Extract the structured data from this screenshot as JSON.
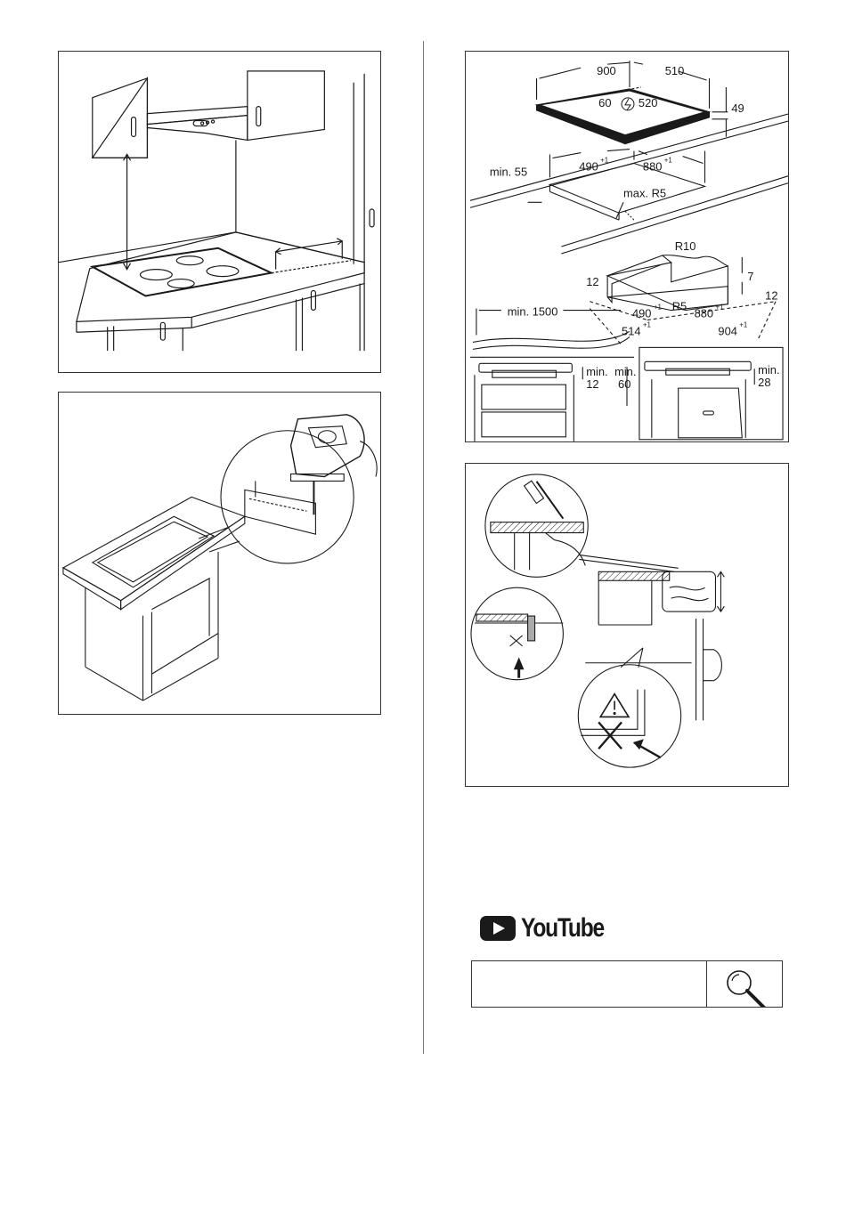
{
  "panel_kitchen": {},
  "panel_dimensions": {
    "hob": {
      "width": "900",
      "depth": "510",
      "offset_front": "60",
      "offset_depth": "520",
      "height": "49"
    },
    "cutout": {
      "min_front": "min. 55",
      "width": "490",
      "width_tol": "+1",
      "depth": "880",
      "depth_tol": "+1",
      "radius": "max. R5"
    },
    "profile": {
      "radius_outer": "R10",
      "rebate_depth": "7",
      "rebate_left": "12",
      "rebate_right": "12",
      "inner_width": "490",
      "inner_width_tol": "+1",
      "inner_radius": "R5",
      "inner_depth": "880",
      "inner_depth_tol": "+1",
      "outer_width": "514",
      "outer_width_tol": "+1",
      "outer_depth": "904",
      "outer_depth_tol": "+1"
    },
    "cable": {
      "length": "min. 1500"
    },
    "clearance_left": {
      "label_a": "min.",
      "value_a": "12",
      "label_b": "min.",
      "value_b": "60"
    },
    "clearance_right": {
      "label": "min.",
      "value": "28"
    }
  },
  "panel_saw": {},
  "panel_seal": {},
  "youtube": {
    "logo_text": "YouTube",
    "icon": "play-icon"
  },
  "search": {
    "placeholder": "",
    "icon": "magnifier-icon"
  }
}
